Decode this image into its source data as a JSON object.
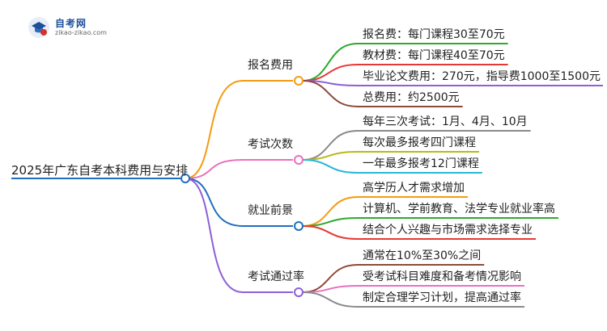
{
  "logo": {
    "title": "自考网",
    "url": "zikao-zikao.com"
  },
  "mindmap": {
    "root": "2025年广东自考本科费用与安排",
    "branches": [
      {
        "label": "报名费用",
        "color": "#f39c12",
        "children": [
          {
            "text": "报名费：每门课程30至70元",
            "color": "#2ea82e"
          },
          {
            "text": "教材费：每门课程40至70元",
            "color": "#e53935"
          },
          {
            "text": "毕业论文费用：270元，指导费1000至1500元",
            "color": "#8e5fd8"
          },
          {
            "text": "总费用：约2500元",
            "color": "#8d4a3a"
          }
        ]
      },
      {
        "label": "考试次数",
        "color": "#e96fc0",
        "children": [
          {
            "text": "每年三次考试：1月、4月、10月",
            "color": "#8a8a8a"
          },
          {
            "text": "每次最多报考四门课程",
            "color": "#b9b91e"
          },
          {
            "text": "一年最多报考12门课程",
            "color": "#2bb7d6"
          }
        ]
      },
      {
        "label": "就业前景",
        "color": "#1f6fbf",
        "children": [
          {
            "text": "高学历人才需求增加",
            "color": "#f39c12"
          },
          {
            "text": "计算机、学前教育、法学专业就业率高",
            "color": "#2ea82e"
          },
          {
            "text": "结合个人兴趣与市场需求选择专业",
            "color": "#e53935"
          }
        ]
      },
      {
        "label": "考试通过率",
        "color": "#8e5fd8",
        "children": [
          {
            "text": "通常在10%至30%之间",
            "color": "#8d4a3a"
          },
          {
            "text": "受考试科目难度和备考情况影响",
            "color": "#e96fc0"
          },
          {
            "text": "制定合理学习计划，提高通过率",
            "color": "#8a8a8a"
          }
        ]
      }
    ]
  }
}
